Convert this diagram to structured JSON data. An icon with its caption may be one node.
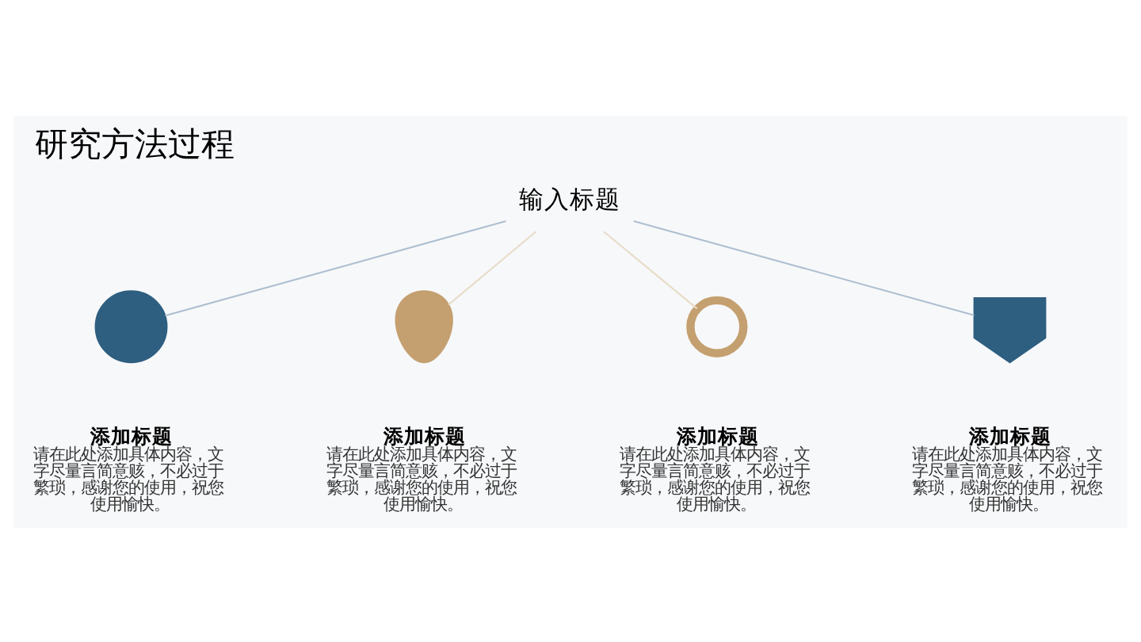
{
  "diagram": {
    "title": "研究方法过程",
    "nodes": [
      {
        "text": [
          "输入标题"
        ]
      },
      {
        "text": [],
        "shape": "circle",
        "beside": [
          "添加标题",
          "请在此处添加具体内容，文字尽量言简意赅，不必过于繁琐，感谢您的使用，祝您使用愉快。"
        ]
      },
      {
        "text": [],
        "shape": "bulb",
        "beside": [
          "添加标题",
          "请在此处添加具体内容，文字尽量言简意赅，不必过于繁琐，感谢您的使用，祝您使用愉快。"
        ]
      },
      {
        "text": [],
        "shape": "magnifier",
        "beside": [
          "添加标题",
          "请在此处添加具体内容，文字尽量言简意赅，不必过于繁琐，感谢您的使用，祝您使用愉快。"
        ]
      },
      {
        "text": [],
        "shape": "person",
        "beside": [
          "添加标题",
          "请在此处添加具体内容，文字尽量言简意赅，不必过于繁琐，感谢您的使用，祝您使用愉快。"
        ]
      }
    ],
    "edges": [
      {
        "from": 0,
        "to": 1,
        "arrow": "none",
        "color": "#aebfd0"
      },
      {
        "from": 0,
        "to": 2,
        "arrow": "none",
        "color": "#e8dcc8"
      },
      {
        "from": 0,
        "to": 3,
        "arrow": "none",
        "color": "#e8dcc8"
      },
      {
        "from": 0,
        "to": 4,
        "arrow": "none",
        "color": "#aebfd0"
      }
    ]
  }
}
